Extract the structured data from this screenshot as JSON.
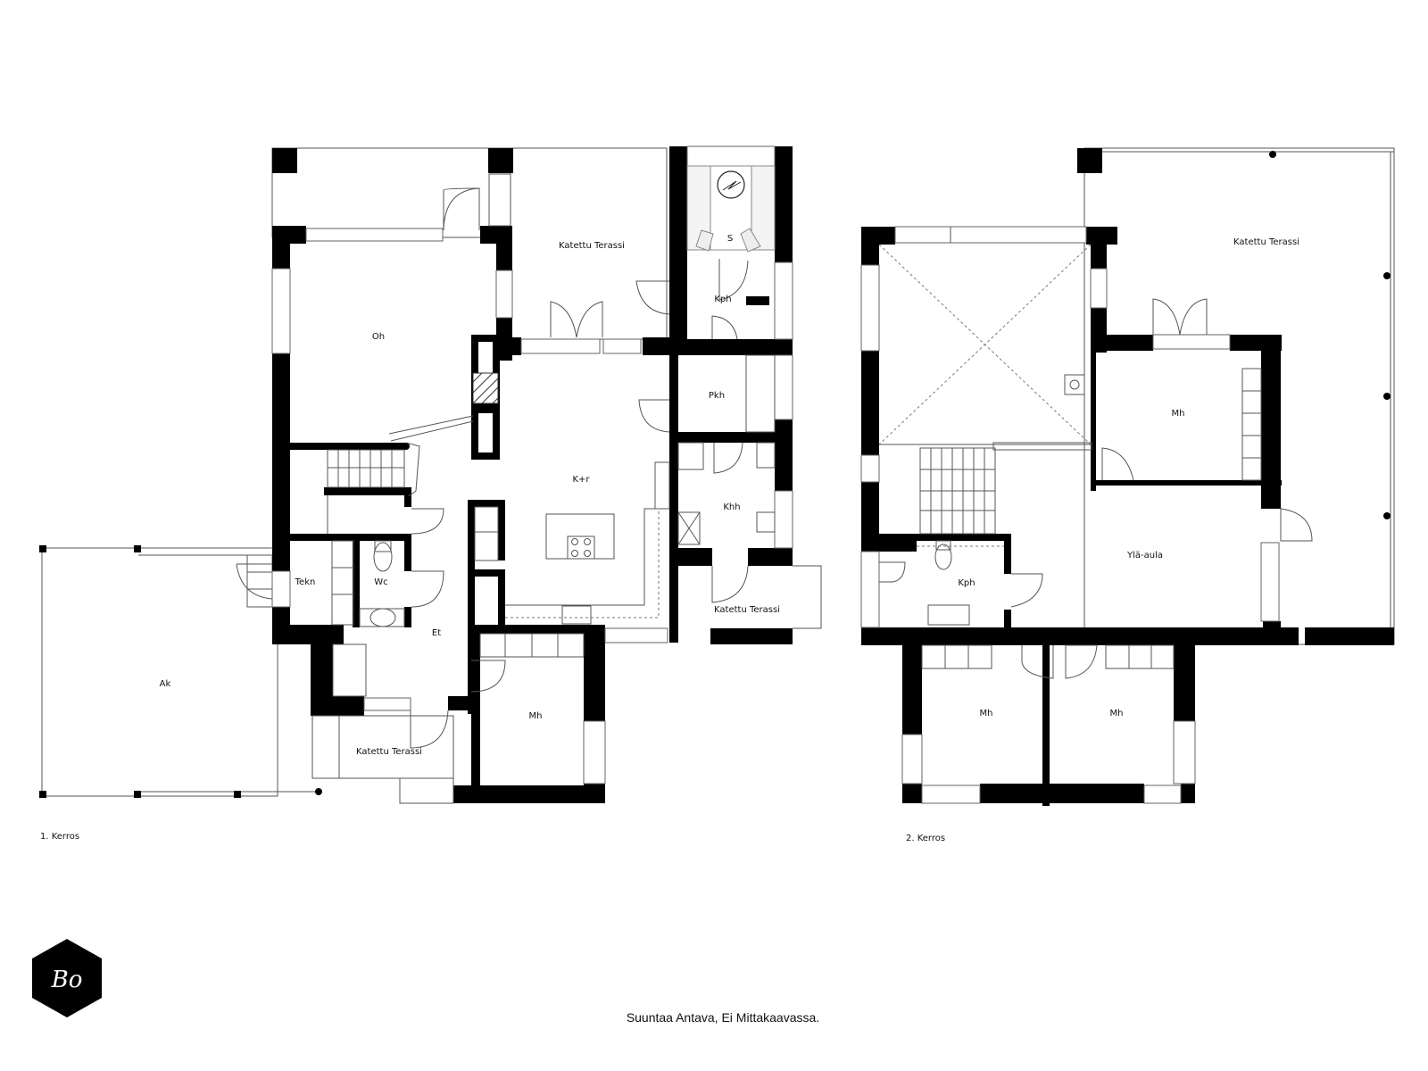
{
  "floors": [
    {
      "label": "1. Kerros",
      "rooms": {
        "oh": "Oh",
        "katettu_terassi_top": "Katettu Terassi",
        "s": "S",
        "kph": "Kph",
        "pkh": "Pkh",
        "khh": "Khh",
        "k_r": "K+r",
        "tekn": "Tekn",
        "wc": "Wc",
        "et": "Et",
        "ak": "Ak",
        "katettu_terassi_bottom": "Katettu Terassi",
        "katettu_terassi_right": "Katettu Terassi",
        "mh": "Mh"
      }
    },
    {
      "label": "2. Kerros",
      "rooms": {
        "katettu_terassi": "Katettu Terassi",
        "mh_upper": "Mh",
        "yla_aula": "Ylä-aula",
        "kph": "Kph",
        "mh_left": "Mh",
        "mh_right": "Mh"
      }
    }
  ],
  "logo": {
    "text": "Bo"
  },
  "footer": {
    "note": "Suuntaa Antava, Ei Mittakaavassa."
  },
  "colors": {
    "wall": "#000000",
    "line": "#555555",
    "background": "#ffffff"
  }
}
